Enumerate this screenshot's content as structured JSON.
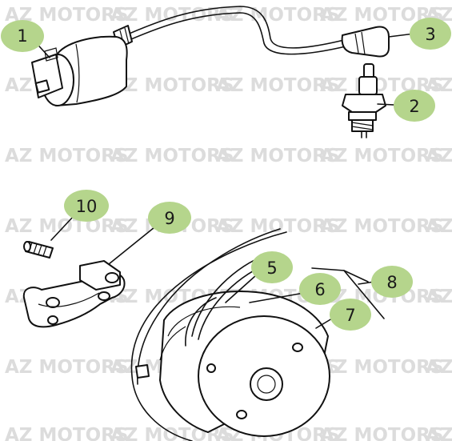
{
  "watermark": {
    "text": "AZ MOTORS",
    "color": "#dcdcdc"
  },
  "callouts": [
    {
      "id": "1",
      "label": "1"
    },
    {
      "id": "2",
      "label": "2"
    },
    {
      "id": "3",
      "label": "3"
    },
    {
      "id": "5",
      "label": "5"
    },
    {
      "id": "6",
      "label": "6"
    },
    {
      "id": "7",
      "label": "7"
    },
    {
      "id": "8",
      "label": "8"
    },
    {
      "id": "9",
      "label": "9"
    },
    {
      "id": "10",
      "label": "10"
    }
  ],
  "colors": {
    "callout_bubble": "#b5d58c",
    "line_art": "#111111",
    "background": "#ffffff"
  }
}
